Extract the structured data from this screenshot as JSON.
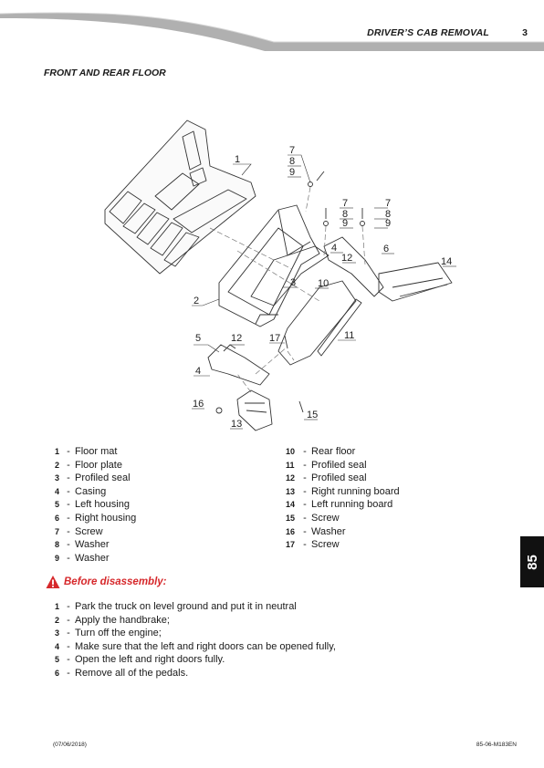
{
  "header": {
    "title": "DRIVER’S CAB REMOVAL",
    "page_number": "3"
  },
  "section_title": "FRONT AND REAR FLOOR",
  "diagram": {
    "callouts": [
      "1",
      "2",
      "3",
      "4",
      "5",
      "6",
      "7",
      "8",
      "9",
      "7",
      "8",
      "9",
      "7",
      "8",
      "9",
      "10",
      "11",
      "12",
      "4",
      "12",
      "13",
      "14",
      "15",
      "16",
      "17"
    ]
  },
  "legend_left": [
    {
      "num": "1",
      "label": "Floor mat"
    },
    {
      "num": "2",
      "label": "Floor plate"
    },
    {
      "num": "3",
      "label": "Profiled seal"
    },
    {
      "num": "4",
      "label": "Casing"
    },
    {
      "num": "5",
      "label": "Left housing"
    },
    {
      "num": "6",
      "label": "Right housing"
    },
    {
      "num": "7",
      "label": "Screw"
    },
    {
      "num": "8",
      "label": "Washer"
    },
    {
      "num": "9",
      "label": "Washer"
    }
  ],
  "legend_right": [
    {
      "num": "10",
      "label": "Rear floor"
    },
    {
      "num": "11",
      "label": "Profiled seal"
    },
    {
      "num": "12",
      "label": "Profiled seal"
    },
    {
      "num": "13",
      "label": "Right running board"
    },
    {
      "num": "14",
      "label": "Left running board"
    },
    {
      "num": "15",
      "label": "Screw"
    },
    {
      "num": "16",
      "label": "Washer"
    },
    {
      "num": "17",
      "label": "Screw"
    }
  ],
  "dash": "-",
  "warning_title": "Before disassembly:",
  "steps": [
    {
      "num": "1",
      "text": "Park the truck on level ground and put it in neutral"
    },
    {
      "num": "2",
      "text": "Apply the handbrake;"
    },
    {
      "num": "3",
      "text": "Turn off the engine;"
    },
    {
      "num": "4",
      "text": "Make sure that the left and right doors can be opened fully,"
    },
    {
      "num": "5",
      "text": "Open the left and right doors fully."
    },
    {
      "num": "6",
      "text": "Remove all of the pedals."
    }
  ],
  "side_tab": "85",
  "footer": {
    "date": "(07/06/2018)",
    "doc_code": "85-06-M183EN"
  },
  "colors": {
    "warning": "#d6282b",
    "tab": "#111111",
    "swoosh": "#a8a8a8"
  }
}
